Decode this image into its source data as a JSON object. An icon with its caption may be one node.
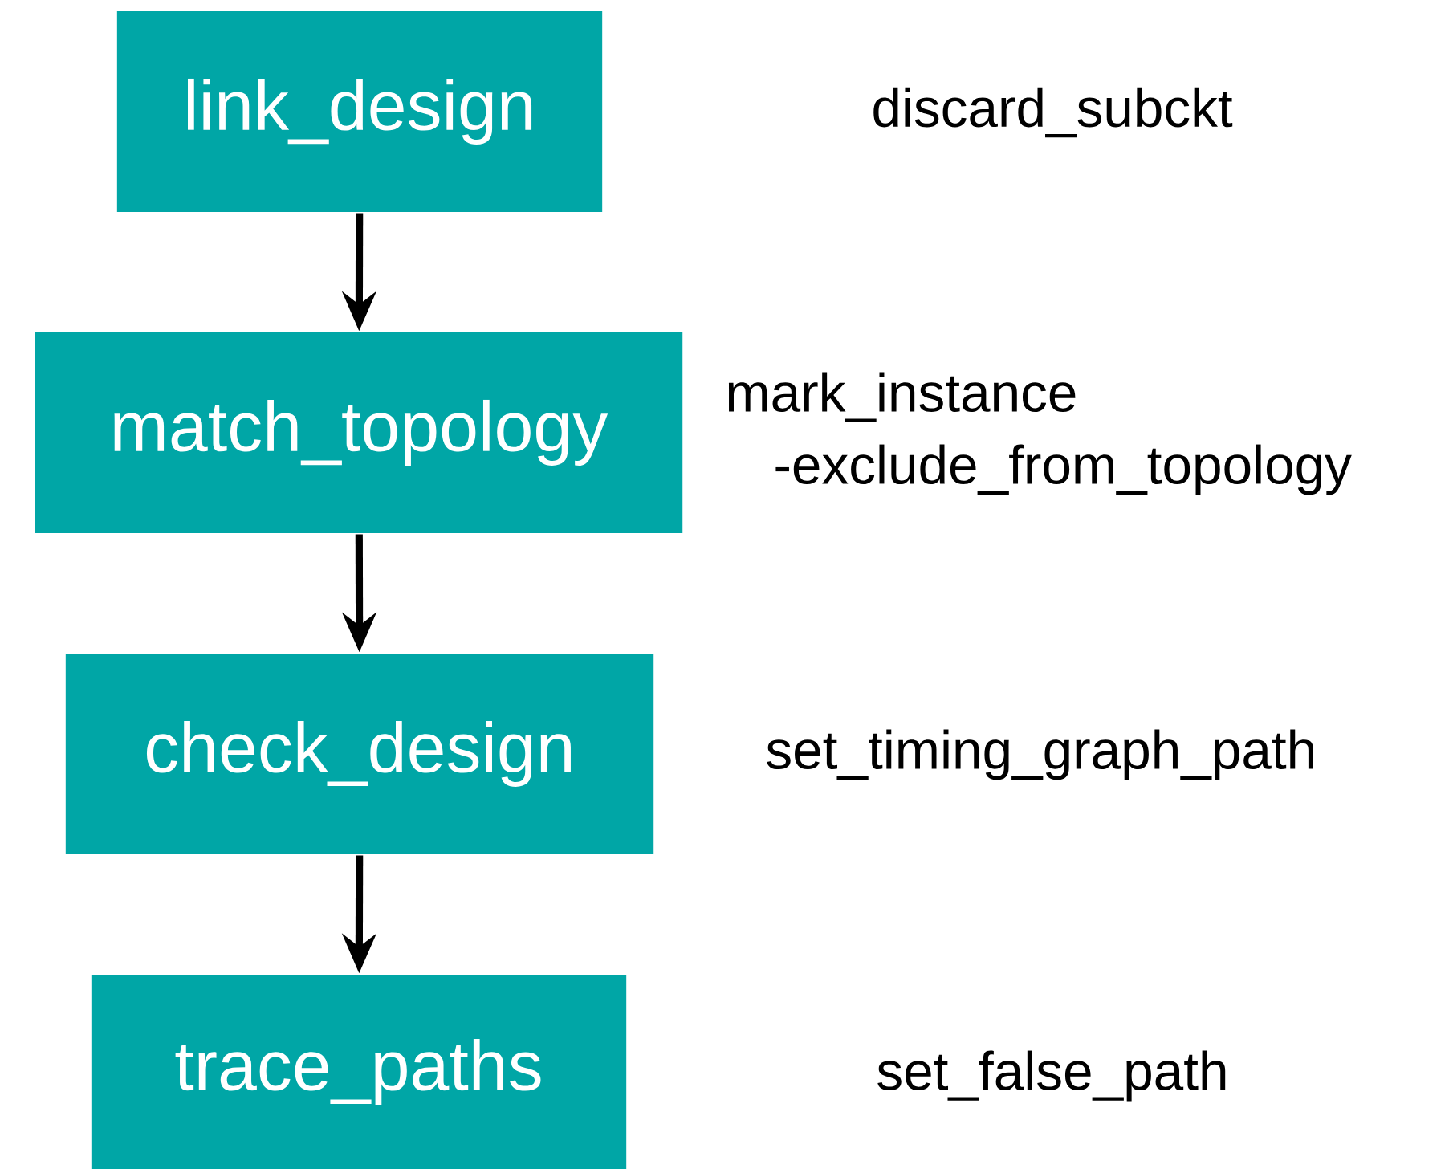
{
  "diagram": {
    "nodes": [
      {
        "text": [
          "link_design"
        ]
      },
      {
        "text": [
          "match_topology"
        ]
      },
      {
        "text": [
          "check_design"
        ]
      },
      {
        "text": [
          "trace_paths"
        ]
      }
    ],
    "edges": [
      {
        "from": 0,
        "to": 1,
        "arrow": "to"
      },
      {
        "from": 1,
        "to": 2,
        "arrow": "to"
      },
      {
        "from": 2,
        "to": 3,
        "arrow": "to"
      }
    ],
    "labels": [
      "discard_subckt",
      "mark_instance -exclude_from_topology",
      "set_timing_graph_path",
      "set_false_path"
    ]
  }
}
